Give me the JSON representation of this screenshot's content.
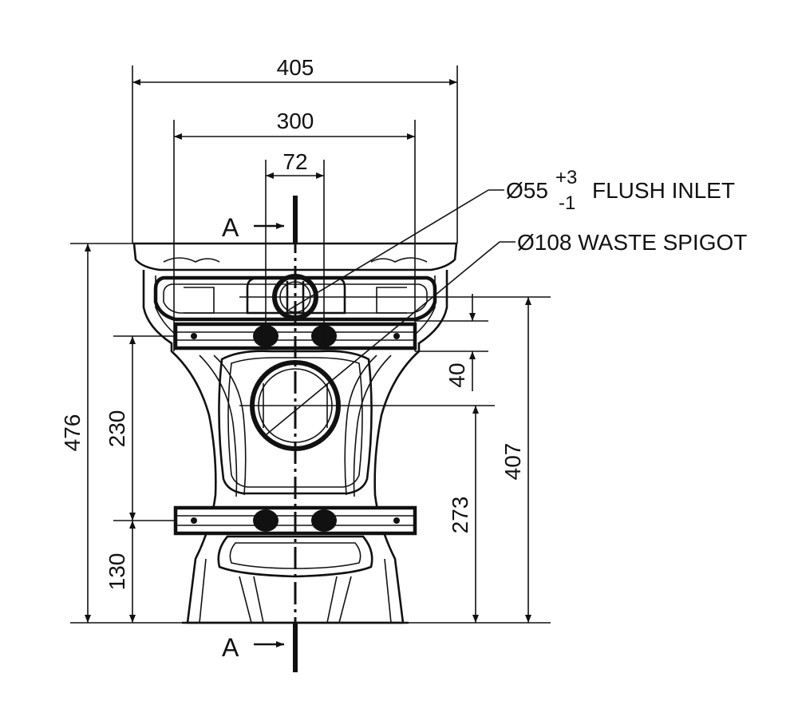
{
  "dimensions": {
    "overall_width": "405",
    "outlet_width": "300",
    "bolt_spacing": "72",
    "overall_height": "476",
    "upper_bolt_height": "230",
    "lower_bolt_height": "130",
    "spigot_offset": "40",
    "spigot_height": "273",
    "inlet_height": "407"
  },
  "callouts": {
    "flush_inlet_dia": "Ø55",
    "flush_inlet_tol_plus": "+3",
    "flush_inlet_tol_minus": "-1",
    "flush_inlet_label": "FLUSH INLET",
    "waste_spigot": "Ø108 WASTE SPIGOT"
  },
  "section_marks": {
    "top": "A",
    "bottom": "A"
  }
}
